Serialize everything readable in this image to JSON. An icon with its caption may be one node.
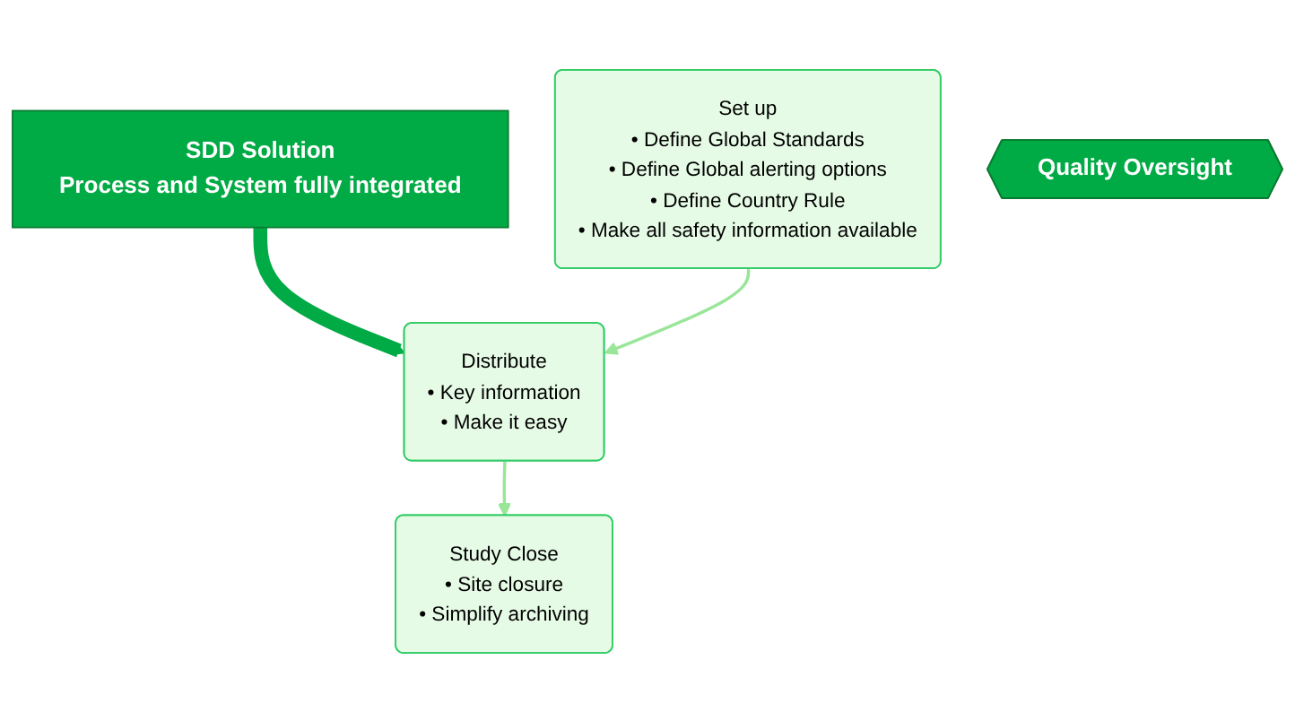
{
  "diagram": {
    "nodes": [
      {
        "text": [
          "SDD Solution",
          "Process and System fully integrated"
        ]
      },
      {
        "text": [
          "Set up",
          "• Define Global Standards",
          "• Define Global alerting options",
          "• Define Country Rule",
          "• Make all safety information available"
        ]
      },
      {
        "text": [
          "Distribute",
          "• Key information",
          "• Make it easy"
        ]
      },
      {
        "text": [
          "Study Close",
          "• Site closure",
          "• Simplify archiving"
        ]
      },
      {
        "text": [
          "Quality Oversight"
        ]
      }
    ],
    "edges": [
      {
        "from": 0,
        "to": 2,
        "arrow": "to",
        "style": "thick",
        "color": "#00aa44"
      },
      {
        "from": 1,
        "to": 2,
        "arrow": "to"
      },
      {
        "from": 2,
        "to": 3,
        "arrow": "to"
      }
    ]
  }
}
